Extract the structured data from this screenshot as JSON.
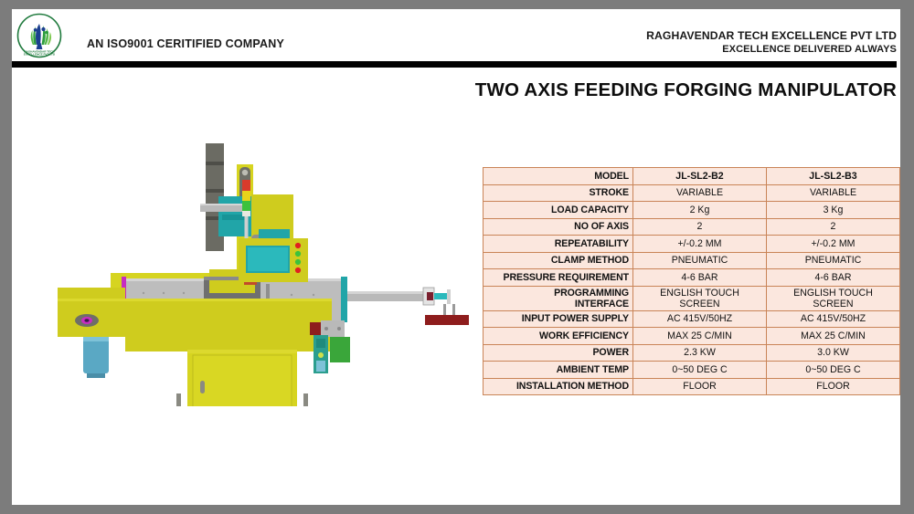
{
  "header": {
    "iso_text": "AN ISO9001 CERITIFIED COMPANY",
    "company_name": "RAGHAVENDAR TECH EXCELLENCE PVT LTD",
    "company_tagline": "EXCELLENCE DELIVERED ALWAYS",
    "logo_name": "raghavendar-tech-excellence-logo"
  },
  "slide": {
    "title": "TWO AXIS FEEDING FORGING MANIPULATOR",
    "background": "#ffffff",
    "canvas_background": "#7c7c7c"
  },
  "machine": {
    "caption": "two-axis feeding forging manipulator 3D render",
    "colors": {
      "body_yellow": "#cfcc1e",
      "frame_yellow": "#d6d420",
      "panel_gray": "#b9b9b9",
      "dark_gray": "#6f6f6f",
      "teal": "#21a5a8",
      "magenta": "#c72cc1",
      "workpiece_red": "#8e1d1d",
      "indicator_red": "#e02020",
      "indicator_green": "#1db81d",
      "indicator_yellow": "#e8d41b"
    }
  },
  "spec_table": {
    "columns": [
      "",
      "JL-SL2-B2",
      "JL-SL2-B3"
    ],
    "rows": [
      {
        "label": "MODEL",
        "label_2": "",
        "b2": "JL-SL2-B2",
        "b2_2": "",
        "b3": "JL-SL2-B3",
        "b3_2": "",
        "header": true
      },
      {
        "label": "STROKE",
        "label_2": "",
        "b2": "VARIABLE",
        "b2_2": "",
        "b3": "VARIABLE",
        "b3_2": "",
        "header": false
      },
      {
        "label": "LOAD CAPACITY",
        "label_2": "",
        "b2": "2 Kg",
        "b2_2": "",
        "b3": "3 Kg",
        "b3_2": "",
        "header": false
      },
      {
        "label": "NO OF AXIS",
        "label_2": "",
        "b2": "2",
        "b2_2": "",
        "b3": "2",
        "b3_2": "",
        "header": false
      },
      {
        "label": "REPEATABILITY",
        "label_2": "",
        "b2": "+/-0.2 MM",
        "b2_2": "",
        "b3": "+/-0.2 MM",
        "b3_2": "",
        "header": false
      },
      {
        "label": "CLAMP METHOD",
        "label_2": "",
        "b2": "PNEUMATIC",
        "b2_2": "",
        "b3": "PNEUMATIC",
        "b3_2": "",
        "header": false
      },
      {
        "label": "PRESSURE REQUIREMENT",
        "label_2": "",
        "b2": "4-6 BAR",
        "b2_2": "",
        "b3": "4-6 BAR",
        "b3_2": "",
        "header": false
      },
      {
        "label": "PROGRAMMING",
        "label_2": "INTERFACE",
        "b2": "ENGLISH TOUCH",
        "b2_2": "SCREEN",
        "b3": "ENGLISH TOUCH",
        "b3_2": "SCREEN",
        "header": false
      },
      {
        "label": "INPUT POWER SUPPLY",
        "label_2": "",
        "b2": "AC 415V/50HZ",
        "b2_2": "",
        "b3": "AC 415V/50HZ",
        "b3_2": "",
        "header": false
      },
      {
        "label": "WORK EFFICIENCY",
        "label_2": "",
        "b2": "MAX 25 C/MIN",
        "b2_2": "",
        "b3": "MAX 25 C/MIN",
        "b3_2": "",
        "header": false
      },
      {
        "label": "POWER",
        "label_2": "",
        "b2": "2.3 KW",
        "b2_2": "",
        "b3": "3.0 KW",
        "b3_2": "",
        "header": false
      },
      {
        "label": "AMBIENT TEMP",
        "label_2": "",
        "b2": "0~50 DEG C",
        "b2_2": "",
        "b3": "0~50 DEG C",
        "b3_2": "",
        "header": false
      },
      {
        "label": "INSTALLATION METHOD",
        "label_2": "",
        "b2": "FLOOR",
        "b2_2": "",
        "b3": "FLOOR",
        "b3_2": "",
        "header": false
      }
    ],
    "style": {
      "cell_bg": "#fbe7de",
      "border": "#c98457"
    }
  }
}
